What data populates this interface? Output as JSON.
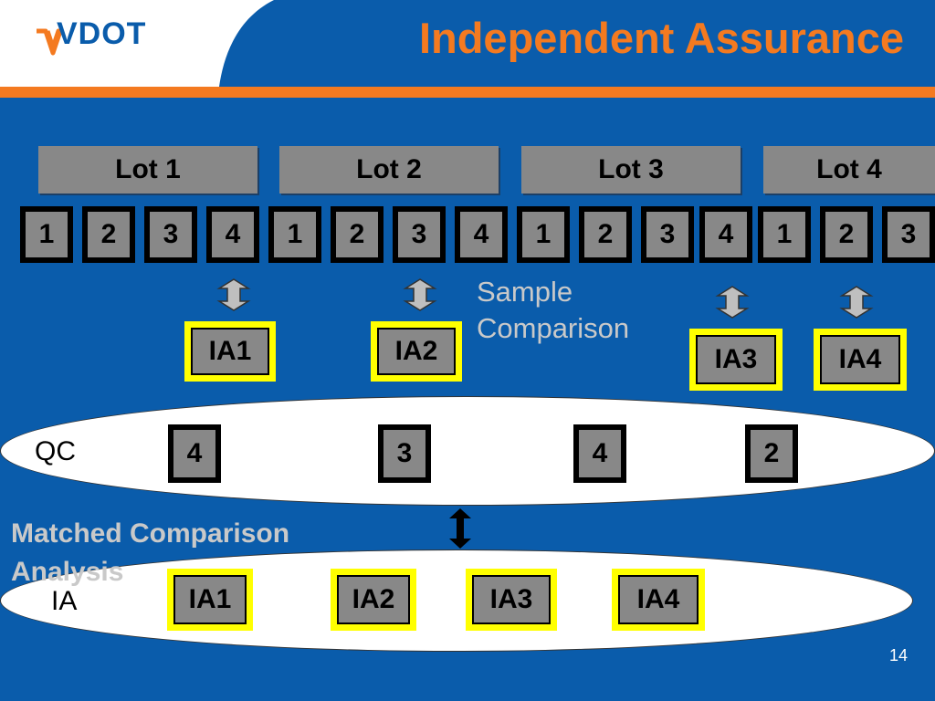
{
  "header": {
    "logo_text": "VDOT",
    "title": "Independent Assurance"
  },
  "lots": [
    "Lot 1",
    "Lot 2",
    "Lot 3",
    "Lot 4"
  ],
  "samples": [
    "1",
    "2",
    "3",
    "4",
    "1",
    "2",
    "3",
    "4",
    "1",
    "2",
    "3",
    "4",
    "1",
    "2",
    "3"
  ],
  "sample_comparison": {
    "line1": "Sample",
    "line2": "Comparison"
  },
  "ia_top": [
    "IA1",
    "IA2",
    "IA3",
    "IA4"
  ],
  "qc": {
    "label": "QC",
    "values": [
      "4",
      "3",
      "4",
      "2"
    ]
  },
  "matched_comparison": {
    "line1": "Matched Comparison",
    "line2": "Analysis"
  },
  "ia_row": {
    "label": "IA",
    "values": [
      "IA1",
      "IA2",
      "IA3",
      "IA4"
    ]
  },
  "page_number": "14",
  "colors": {
    "background": "#0a5cab",
    "accent": "#f47a20",
    "box_gray": "#888888",
    "ia_border": "#ffff00"
  }
}
